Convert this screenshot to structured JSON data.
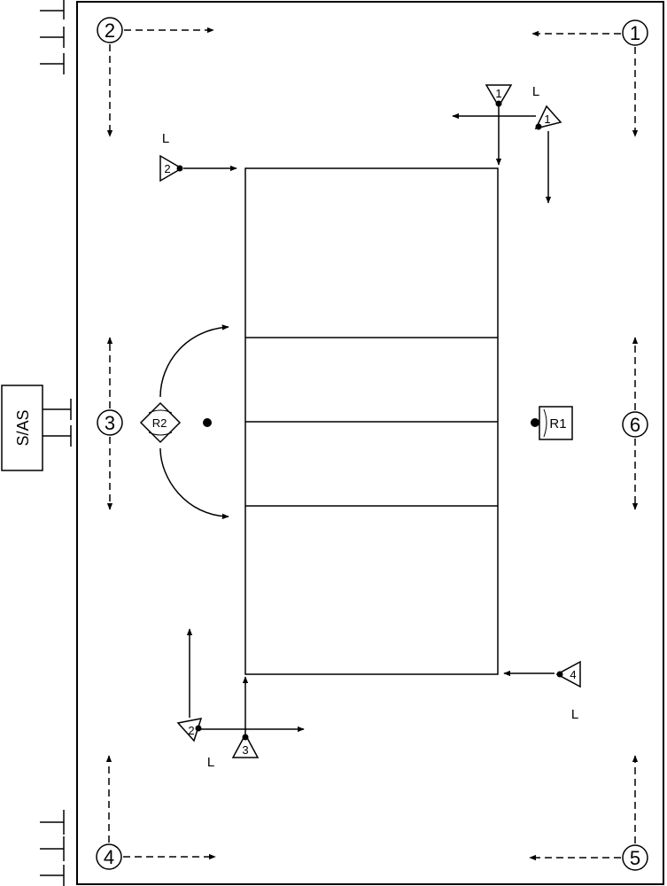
{
  "diagram": {
    "side_box_label": "S/AS",
    "positions": [
      "1",
      "2",
      "3",
      "4",
      "5",
      "6"
    ],
    "players_triangle": [
      "1",
      "1",
      "2",
      "2",
      "3",
      "4"
    ],
    "referee_1": "R1",
    "referee_2": "R2",
    "line_judge_marker": "L"
  }
}
